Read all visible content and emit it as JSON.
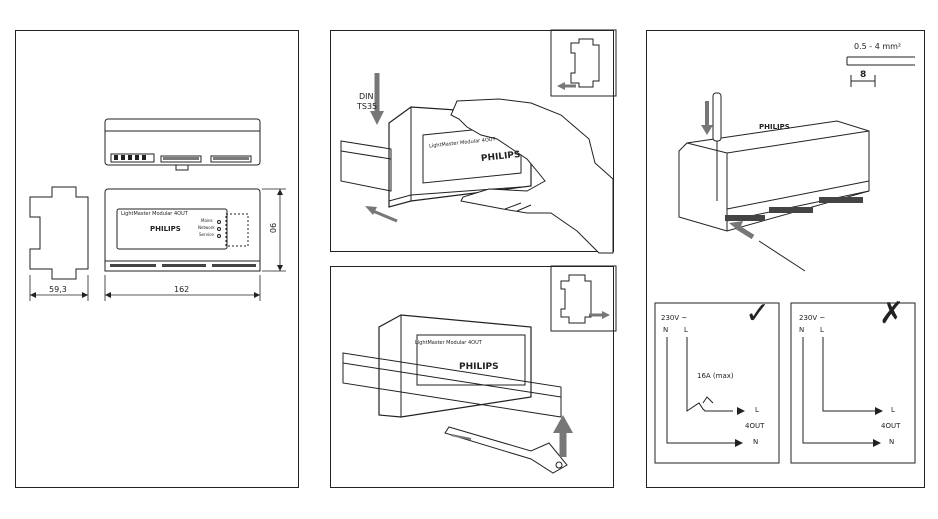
{
  "dimensions": {
    "width_mm": "90",
    "length_mm": "162",
    "depth_mm": "59,3"
  },
  "product": {
    "label": "LightMaster Modular 4OUT",
    "brand": "PHILIPS",
    "leds": [
      "Mains",
      "Network",
      "Service"
    ]
  },
  "mounting": {
    "rail_label_1": "DIN",
    "rail_label_2": "TS35"
  },
  "wiring": {
    "wire_size": "0.5 - 4 mm²",
    "strip_length": "8",
    "ok": {
      "mark": "✓",
      "supply": "230V ~",
      "neutral": "N",
      "line": "L",
      "fuse": "16A (max)",
      "out_line": "L",
      "out_neutral": "N",
      "module": "4OUT"
    },
    "bad": {
      "mark": "✗",
      "supply": "230V ~",
      "neutral": "N",
      "line": "L",
      "out_line": "L",
      "out_neutral": "N",
      "module": "4OUT"
    }
  }
}
